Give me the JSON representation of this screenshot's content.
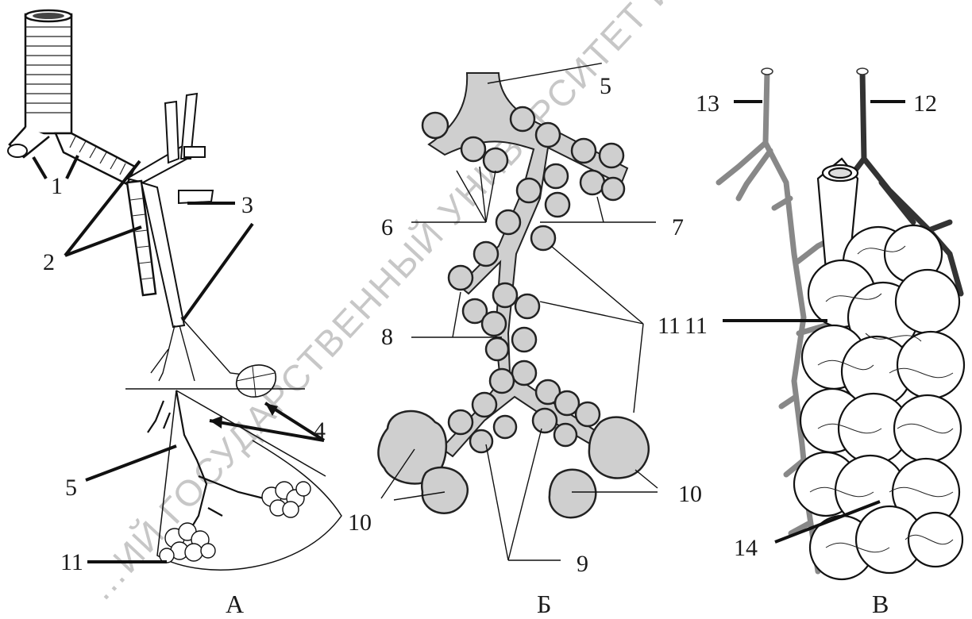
{
  "panels": {
    "A": {
      "label": "А",
      "callouts": [
        "1",
        "2",
        "3",
        "4",
        "5",
        "11"
      ]
    },
    "B": {
      "label": "Б",
      "callouts": [
        "5",
        "6",
        "7",
        "8",
        "9",
        "10",
        "10",
        "11"
      ]
    },
    "C": {
      "label": "В",
      "callouts": [
        "13",
        "12",
        "11",
        "14"
      ]
    }
  },
  "watermark": {
    "line1": "…ИЙ ГОСУДАРСТВЕННЫЙ УНИВЕРСИТЕТ ИМЕНИ"
  },
  "colors": {
    "ink": "#111111",
    "alveoli_fill": "#cfcfcf",
    "watermark": "#c7c7c7"
  }
}
